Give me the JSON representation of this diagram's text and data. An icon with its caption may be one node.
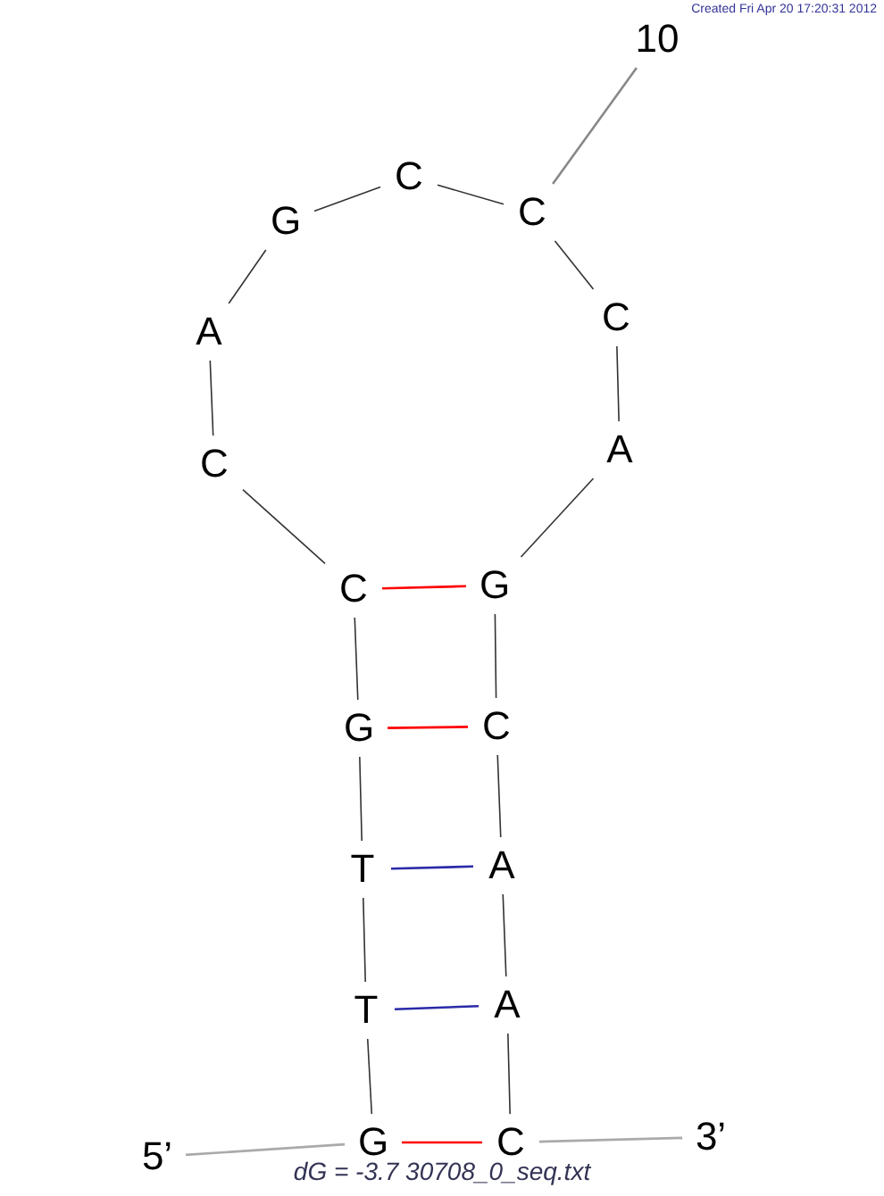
{
  "diagram": {
    "caption": "dG = -3.7 30708_0_seq.txt",
    "nodes": [
      {
        "text": [
          "5’"
        ]
      },
      {
        "text": [
          "G"
        ]
      },
      {
        "text": [
          "T"
        ]
      },
      {
        "text": [
          "T"
        ]
      },
      {
        "text": [
          "G"
        ]
      },
      {
        "text": [
          "C"
        ]
      },
      {
        "text": [
          "C"
        ]
      },
      {
        "text": [
          "A"
        ]
      },
      {
        "text": [
          "G"
        ]
      },
      {
        "text": [
          "C"
        ]
      },
      {
        "text": [
          "C"
        ]
      },
      {
        "text": [
          "C"
        ]
      },
      {
        "text": [
          "A"
        ]
      },
      {
        "text": [
          "G"
        ]
      },
      {
        "text": [
          "C"
        ]
      },
      {
        "text": [
          "A"
        ]
      },
      {
        "text": [
          "A"
        ]
      },
      {
        "text": [
          "C"
        ]
      },
      {
        "text": [
          "3’"
        ]
      },
      {
        "text": [
          "10"
        ]
      }
    ],
    "edges": [
      {
        "from": 0,
        "to": 1,
        "arrow": "none",
        "color": "#aaaaaa"
      },
      {
        "from": 1,
        "to": 2,
        "arrow": "none"
      },
      {
        "from": 2,
        "to": 3,
        "arrow": "none"
      },
      {
        "from": 3,
        "to": 4,
        "arrow": "none"
      },
      {
        "from": 4,
        "to": 5,
        "arrow": "none"
      },
      {
        "from": 5,
        "to": 6,
        "arrow": "none"
      },
      {
        "from": 6,
        "to": 7,
        "arrow": "none"
      },
      {
        "from": 7,
        "to": 8,
        "arrow": "none"
      },
      {
        "from": 8,
        "to": 9,
        "arrow": "none"
      },
      {
        "from": 9,
        "to": 10,
        "arrow": "none"
      },
      {
        "from": 10,
        "to": 11,
        "arrow": "none"
      },
      {
        "from": 11,
        "to": 12,
        "arrow": "none"
      },
      {
        "from": 12,
        "to": 13,
        "arrow": "none"
      },
      {
        "from": 13,
        "to": 14,
        "arrow": "none"
      },
      {
        "from": 14,
        "to": 15,
        "arrow": "none"
      },
      {
        "from": 15,
        "to": 16,
        "arrow": "none"
      },
      {
        "from": 16,
        "to": 17,
        "arrow": "none"
      },
      {
        "from": 17,
        "to": 18,
        "arrow": "none",
        "color": "#aaaaaa"
      },
      {
        "from": 5,
        "to": 13,
        "arrow": "none",
        "color": "#ff0000"
      },
      {
        "from": 4,
        "to": 14,
        "arrow": "none",
        "color": "#ff0000"
      },
      {
        "from": 3,
        "to": 15,
        "arrow": "none",
        "color": "#2a2aa8"
      },
      {
        "from": 2,
        "to": 16,
        "arrow": "none",
        "color": "#2a2aa8"
      },
      {
        "from": 1,
        "to": 17,
        "arrow": "none",
        "color": "#ff0000"
      },
      {
        "from": 19,
        "to": 10,
        "arrow": "none",
        "color": "#888888"
      }
    ],
    "labels": [
      "Created Fri Apr 20 17:20:31 2012"
    ]
  }
}
